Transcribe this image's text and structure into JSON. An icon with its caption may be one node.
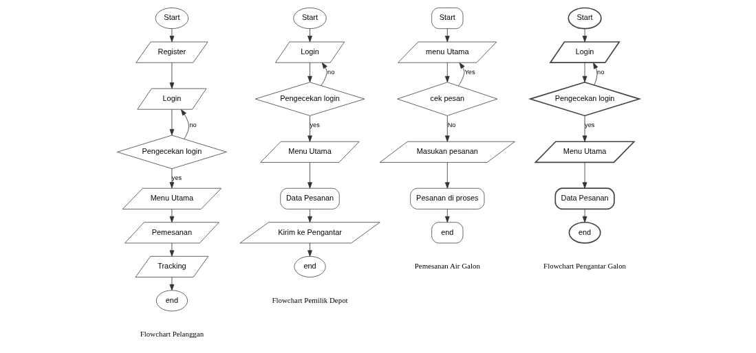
{
  "diagram": {
    "nodes": [
      {
        "text": [
          "Start"
        ]
      },
      {
        "text": [
          "Register"
        ]
      },
      {
        "text": [
          "Login"
        ]
      },
      {
        "text": [
          "Pengecekan login"
        ]
      },
      {
        "text": [
          "Menu Utama"
        ]
      },
      {
        "text": [
          "Pemesanan"
        ]
      },
      {
        "text": [
          "Tracking"
        ]
      },
      {
        "text": [
          "end"
        ]
      },
      {
        "text": [
          "Start"
        ]
      },
      {
        "text": [
          "Login"
        ]
      },
      {
        "text": [
          "Pengecekan login"
        ]
      },
      {
        "text": [
          "Menu Utama"
        ]
      },
      {
        "text": [
          "Data Pesanan"
        ]
      },
      {
        "text": [
          "Kirim ke Pengantar"
        ]
      },
      {
        "text": [
          "end"
        ]
      },
      {
        "text": [
          "Start"
        ]
      },
      {
        "text": [
          "menu Utama"
        ]
      },
      {
        "text": [
          "cek pesan"
        ]
      },
      {
        "text": [
          "Masukan pesanan"
        ]
      },
      {
        "text": [
          "Pesanan di proses"
        ]
      },
      {
        "text": [
          "end"
        ]
      },
      {
        "text": [
          "Start"
        ]
      },
      {
        "text": [
          "Login"
        ]
      },
      {
        "text": [
          "Pengecekan login"
        ]
      },
      {
        "text": [
          "Menu Utama"
        ]
      },
      {
        "text": [
          "Data Pesanan"
        ]
      },
      {
        "text": [
          "end"
        ]
      }
    ],
    "edges": [
      {
        "from": 0,
        "to": 1,
        "arrow": "to"
      },
      {
        "from": 1,
        "to": 2,
        "arrow": "to"
      },
      {
        "from": 2,
        "to": 3,
        "arrow": "to"
      },
      {
        "from": 3,
        "to": 2,
        "arrow": "to",
        "label": "no"
      },
      {
        "from": 3,
        "to": 4,
        "arrow": "to",
        "label": "yes"
      },
      {
        "from": 4,
        "to": 5,
        "arrow": "to"
      },
      {
        "from": 5,
        "to": 6,
        "arrow": "to"
      },
      {
        "from": 6,
        "to": 7,
        "arrow": "to"
      },
      {
        "from": 8,
        "to": 9,
        "arrow": "to"
      },
      {
        "from": 9,
        "to": 10,
        "arrow": "to"
      },
      {
        "from": 10,
        "to": 9,
        "arrow": "to",
        "label": "no"
      },
      {
        "from": 10,
        "to": 11,
        "arrow": "to",
        "label": "yes"
      },
      {
        "from": 11,
        "to": 12,
        "arrow": "to"
      },
      {
        "from": 12,
        "to": 13,
        "arrow": "to"
      },
      {
        "from": 13,
        "to": 14,
        "arrow": "to"
      },
      {
        "from": 15,
        "to": 16,
        "arrow": "to"
      },
      {
        "from": 16,
        "to": 17,
        "arrow": "to"
      },
      {
        "from": 17,
        "to": 16,
        "arrow": "to",
        "label": "Yes"
      },
      {
        "from": 17,
        "to": 18,
        "arrow": "to",
        "label": "No"
      },
      {
        "from": 18,
        "to": 19,
        "arrow": "to"
      },
      {
        "from": 19,
        "to": 20,
        "arrow": "to"
      },
      {
        "from": 21,
        "to": 22,
        "arrow": "to"
      },
      {
        "from": 22,
        "to": 23,
        "arrow": "to"
      },
      {
        "from": 23,
        "to": 22,
        "arrow": "to",
        "label": "no"
      },
      {
        "from": 23,
        "to": 24,
        "arrow": "to",
        "label": "yes"
      },
      {
        "from": 24,
        "to": 25,
        "arrow": "to"
      },
      {
        "from": 25,
        "to": 26,
        "arrow": "to"
      }
    ],
    "labels": [
      "Flowchart Pelanggan",
      "Flowchart Pemilik Depot",
      "Pemesanan Air Galon",
      "Flowchart Pengantar Galon"
    ]
  }
}
